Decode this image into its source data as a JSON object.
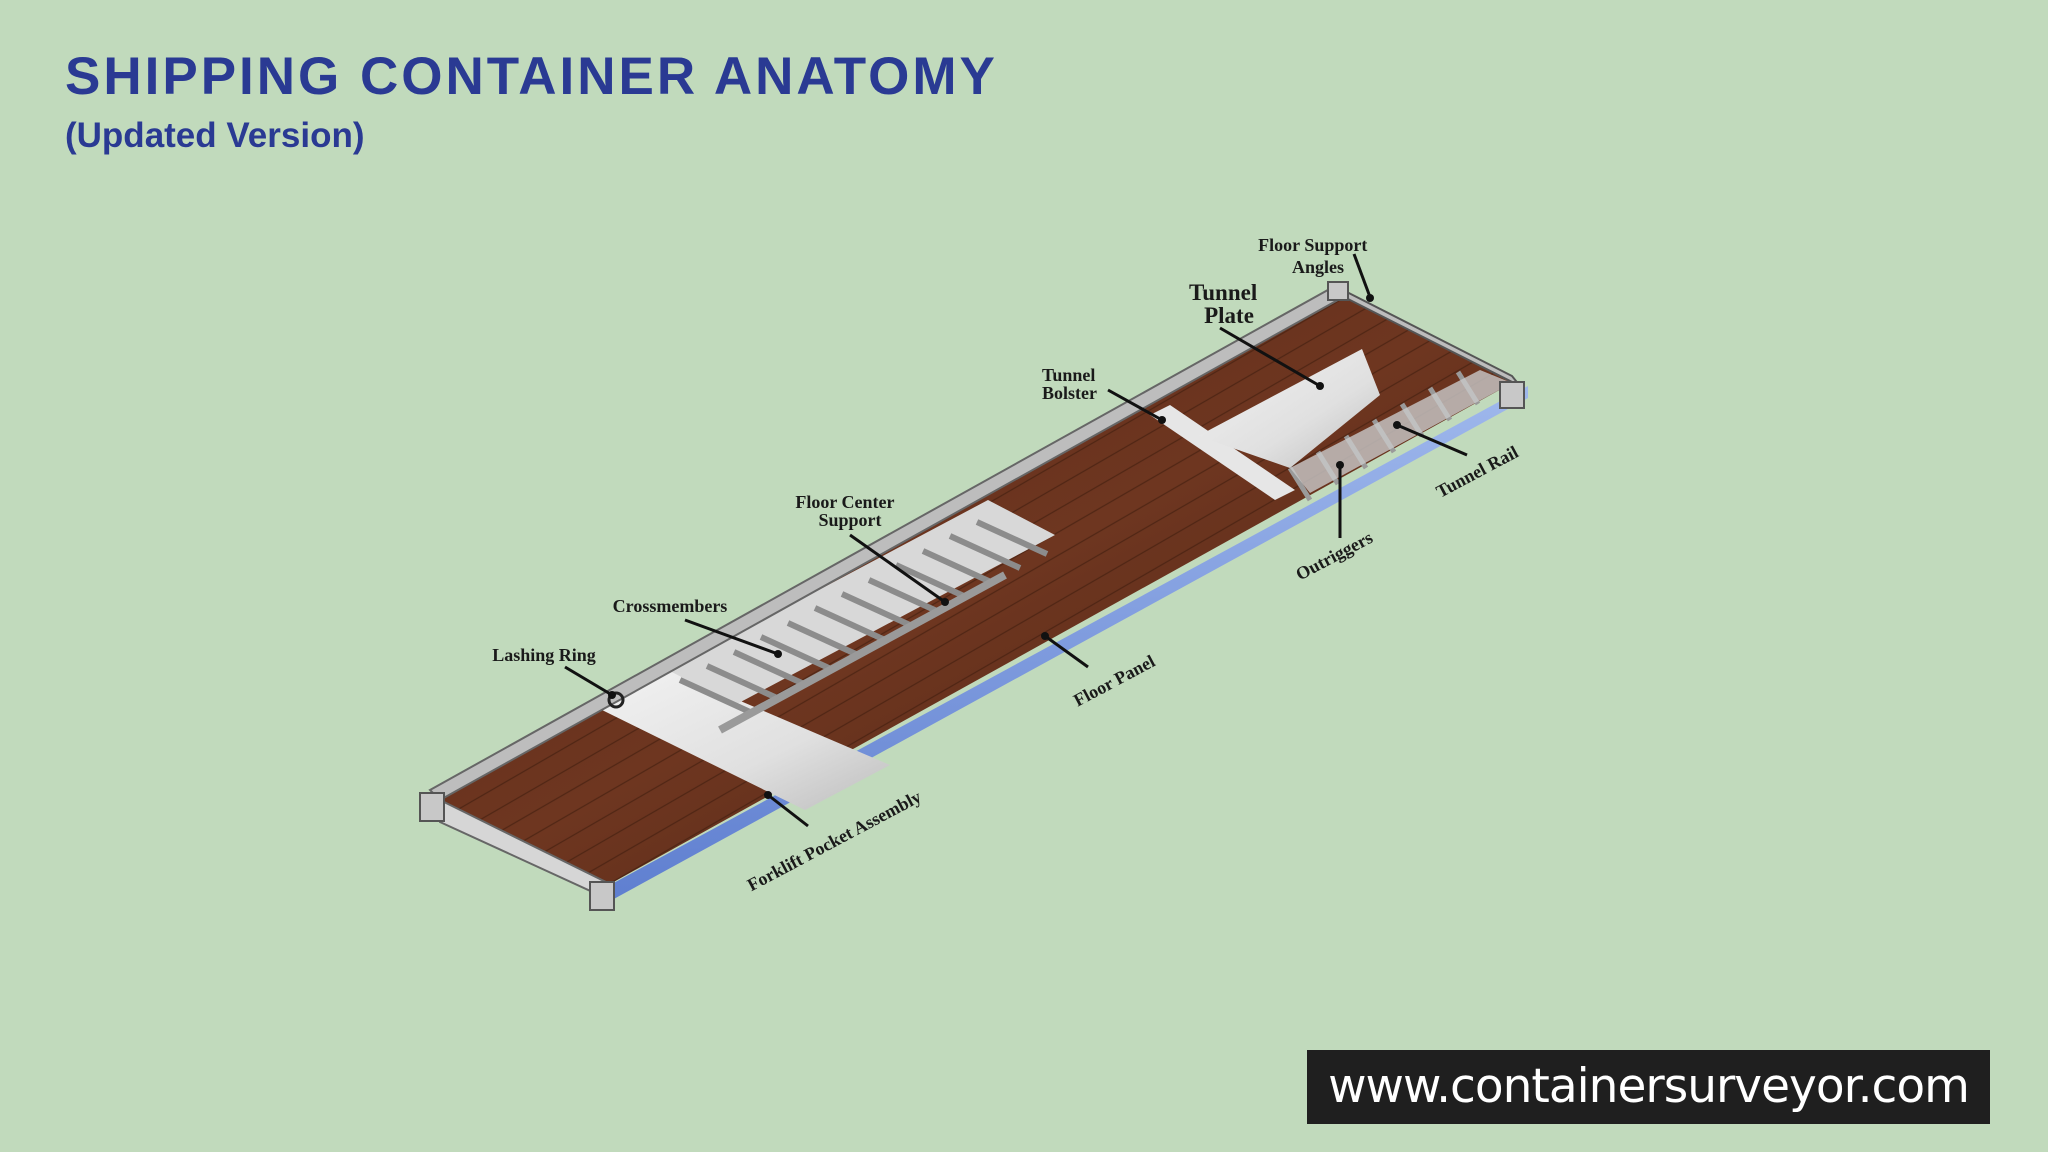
{
  "title": "SHIPPING CONTAINER ANATOMY",
  "subtitle": "(Updated Version)",
  "labels": {
    "floor_support_angles_1": "Floor Support",
    "floor_support_angles_2": "Angles",
    "tunnel_plate_1": "Tunnel",
    "tunnel_plate_2": "Plate",
    "tunnel_bolster_1": "Tunnel",
    "tunnel_bolster_2": "Bolster",
    "floor_center_support_1": "Floor Center",
    "floor_center_support_2": "Support",
    "crossmembers": "Crossmembers",
    "lashing_ring": "Lashing Ring",
    "tunnel_rail": "Tunnel Rail",
    "outriggers": "Outriggers",
    "floor_panel": "Floor Panel",
    "forklift_pocket_assembly": "Forklift Pocket Assembly"
  },
  "website": "www.containersurveyor.com"
}
